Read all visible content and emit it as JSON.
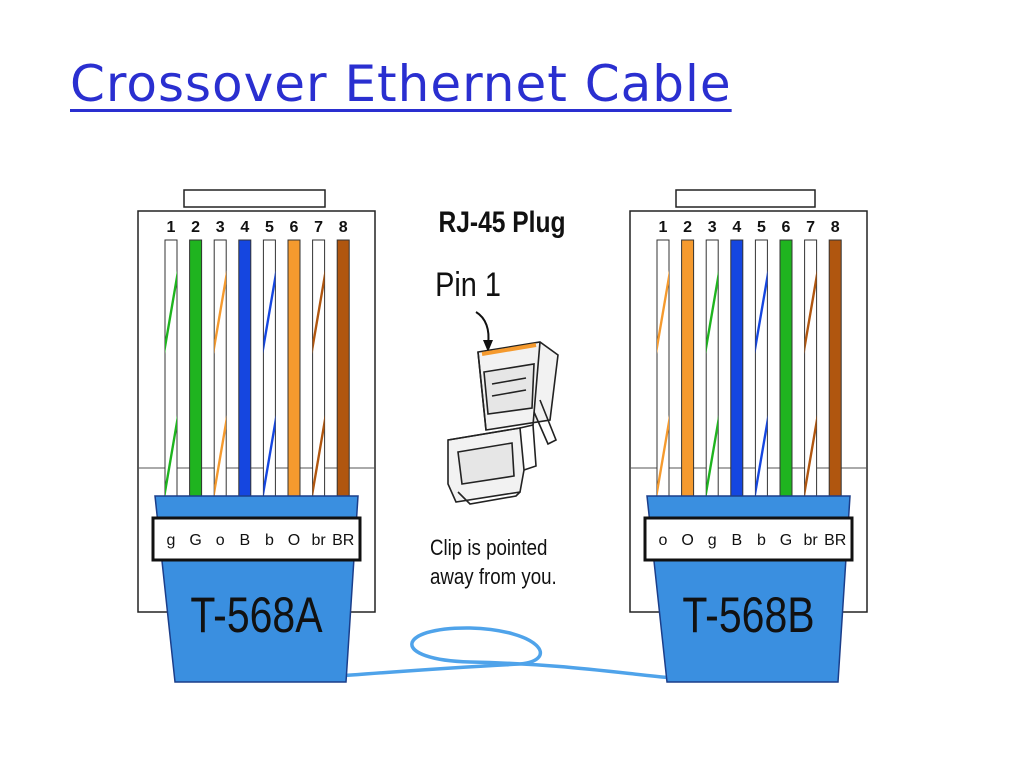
{
  "title": "Crossover Ethernet Cable",
  "plug_label": "RJ-45 Plug",
  "pin1_label": "Pin 1",
  "clip_note_line1": "Clip is pointed",
  "clip_note_line2": "away from you.",
  "colors": {
    "title": "#2a2fd0",
    "jacket": "#3a8fe0",
    "cable": "#4fa3ea",
    "green": "#1fb41f",
    "orange": "#f59a2e",
    "blue": "#1546e0",
    "brown": "#b0560f"
  },
  "connectors": [
    {
      "standard": "T-568A",
      "pins": [
        "1",
        "2",
        "3",
        "4",
        "5",
        "6",
        "7",
        "8"
      ],
      "codes": [
        "g",
        "G",
        "o",
        "B",
        "b",
        "O",
        "br",
        "BR"
      ],
      "wires": [
        {
          "color": "green",
          "striped": true
        },
        {
          "color": "green",
          "striped": false
        },
        {
          "color": "orange",
          "striped": true
        },
        {
          "color": "blue",
          "striped": false
        },
        {
          "color": "blue",
          "striped": true
        },
        {
          "color": "orange",
          "striped": false
        },
        {
          "color": "brown",
          "striped": true
        },
        {
          "color": "brown",
          "striped": false
        }
      ]
    },
    {
      "standard": "T-568B",
      "pins": [
        "1",
        "2",
        "3",
        "4",
        "5",
        "6",
        "7",
        "8"
      ],
      "codes": [
        "o",
        "O",
        "g",
        "B",
        "b",
        "G",
        "br",
        "BR"
      ],
      "wires": [
        {
          "color": "orange",
          "striped": true
        },
        {
          "color": "orange",
          "striped": false
        },
        {
          "color": "green",
          "striped": true
        },
        {
          "color": "blue",
          "striped": false
        },
        {
          "color": "blue",
          "striped": true
        },
        {
          "color": "green",
          "striped": false
        },
        {
          "color": "brown",
          "striped": true
        },
        {
          "color": "brown",
          "striped": false
        }
      ]
    }
  ]
}
